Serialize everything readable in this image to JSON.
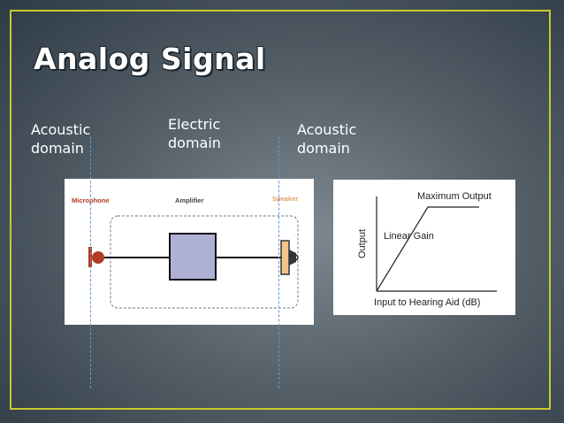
{
  "slide": {
    "title": "Analog Signal",
    "frame_color": "#c9c92a"
  },
  "domains": [
    {
      "line1": "Acoustic",
      "line2": "domain"
    },
    {
      "line1": "Electric",
      "line2": "domain"
    },
    {
      "line1": "Acoustic",
      "line2": "domain"
    }
  ],
  "block_diagram": {
    "microphone_label": "Microphone",
    "amplifier_label": "Amplifier",
    "speaker_label": "Speaker",
    "colors": {
      "microphone": "#b33b22",
      "amplifier_fill": "#aeb0d4",
      "speaker": "#f3c58b",
      "domain_divider": "#5b9bd5"
    }
  },
  "gain_graph": {
    "y_label": "Output",
    "x_label": "Input to Hearing Aid (dB)",
    "max_output_label": "Maximum Output",
    "linear_gain_label": "Linear Gain"
  }
}
